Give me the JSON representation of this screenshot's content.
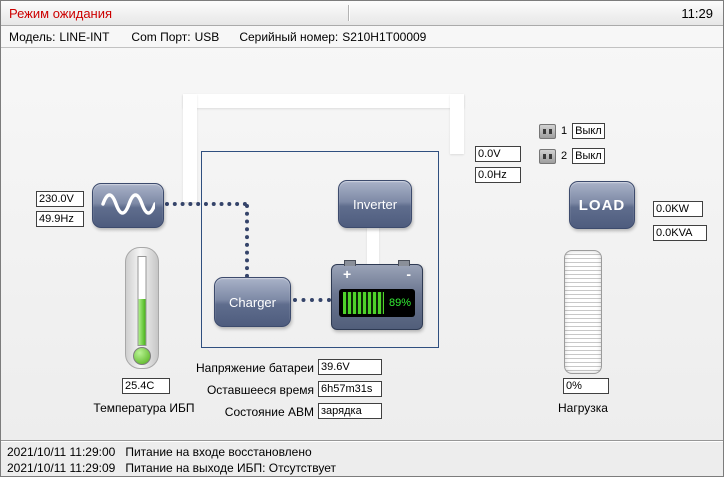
{
  "titlebar": {
    "status": "Режим ожидания",
    "time": "11:29"
  },
  "infobar": {
    "model_label": "Модель:",
    "model_value": "LINE-INT",
    "port_label": "Com Порт:",
    "port_value": "USB",
    "serial_label": "Серийный номер:",
    "serial_value": "S210H1T00009"
  },
  "diagram": {
    "input_voltage": "230.0V",
    "input_freq": "49.9Hz",
    "output_voltage": "0.0V",
    "output_freq": "0.0Hz",
    "inverter_label": "Inverter",
    "charger_label": "Charger",
    "battery_plus": "+",
    "battery_minus": "-",
    "battery_percent": "89%",
    "load_label": "LOAD",
    "load_kw": "0.0KW",
    "load_kva": "0.0KVA",
    "outlets": [
      {
        "num": "1",
        "state": "Выкл"
      },
      {
        "num": "2",
        "state": "Выкл"
      }
    ],
    "temperature_value": "25.4C",
    "temperature_label": "Температура ИБП",
    "battery_info": [
      {
        "label": "Напряжение батареи",
        "value": "39.6V"
      },
      {
        "label": "Оставшееся время",
        "value": "6h57m31s"
      },
      {
        "label": "Состояние ABM",
        "value": "зарядка"
      }
    ],
    "load_percent": "0%",
    "load_gauge_label": "Нагрузка"
  },
  "statusbar": {
    "lines": [
      {
        "time": "2021/10/11 11:29:00",
        "text": "Питание на входе восстановлено"
      },
      {
        "time": "2021/10/11 11:29:09",
        "text": "Питание на выходе ИБП: Отсутствует"
      }
    ]
  }
}
